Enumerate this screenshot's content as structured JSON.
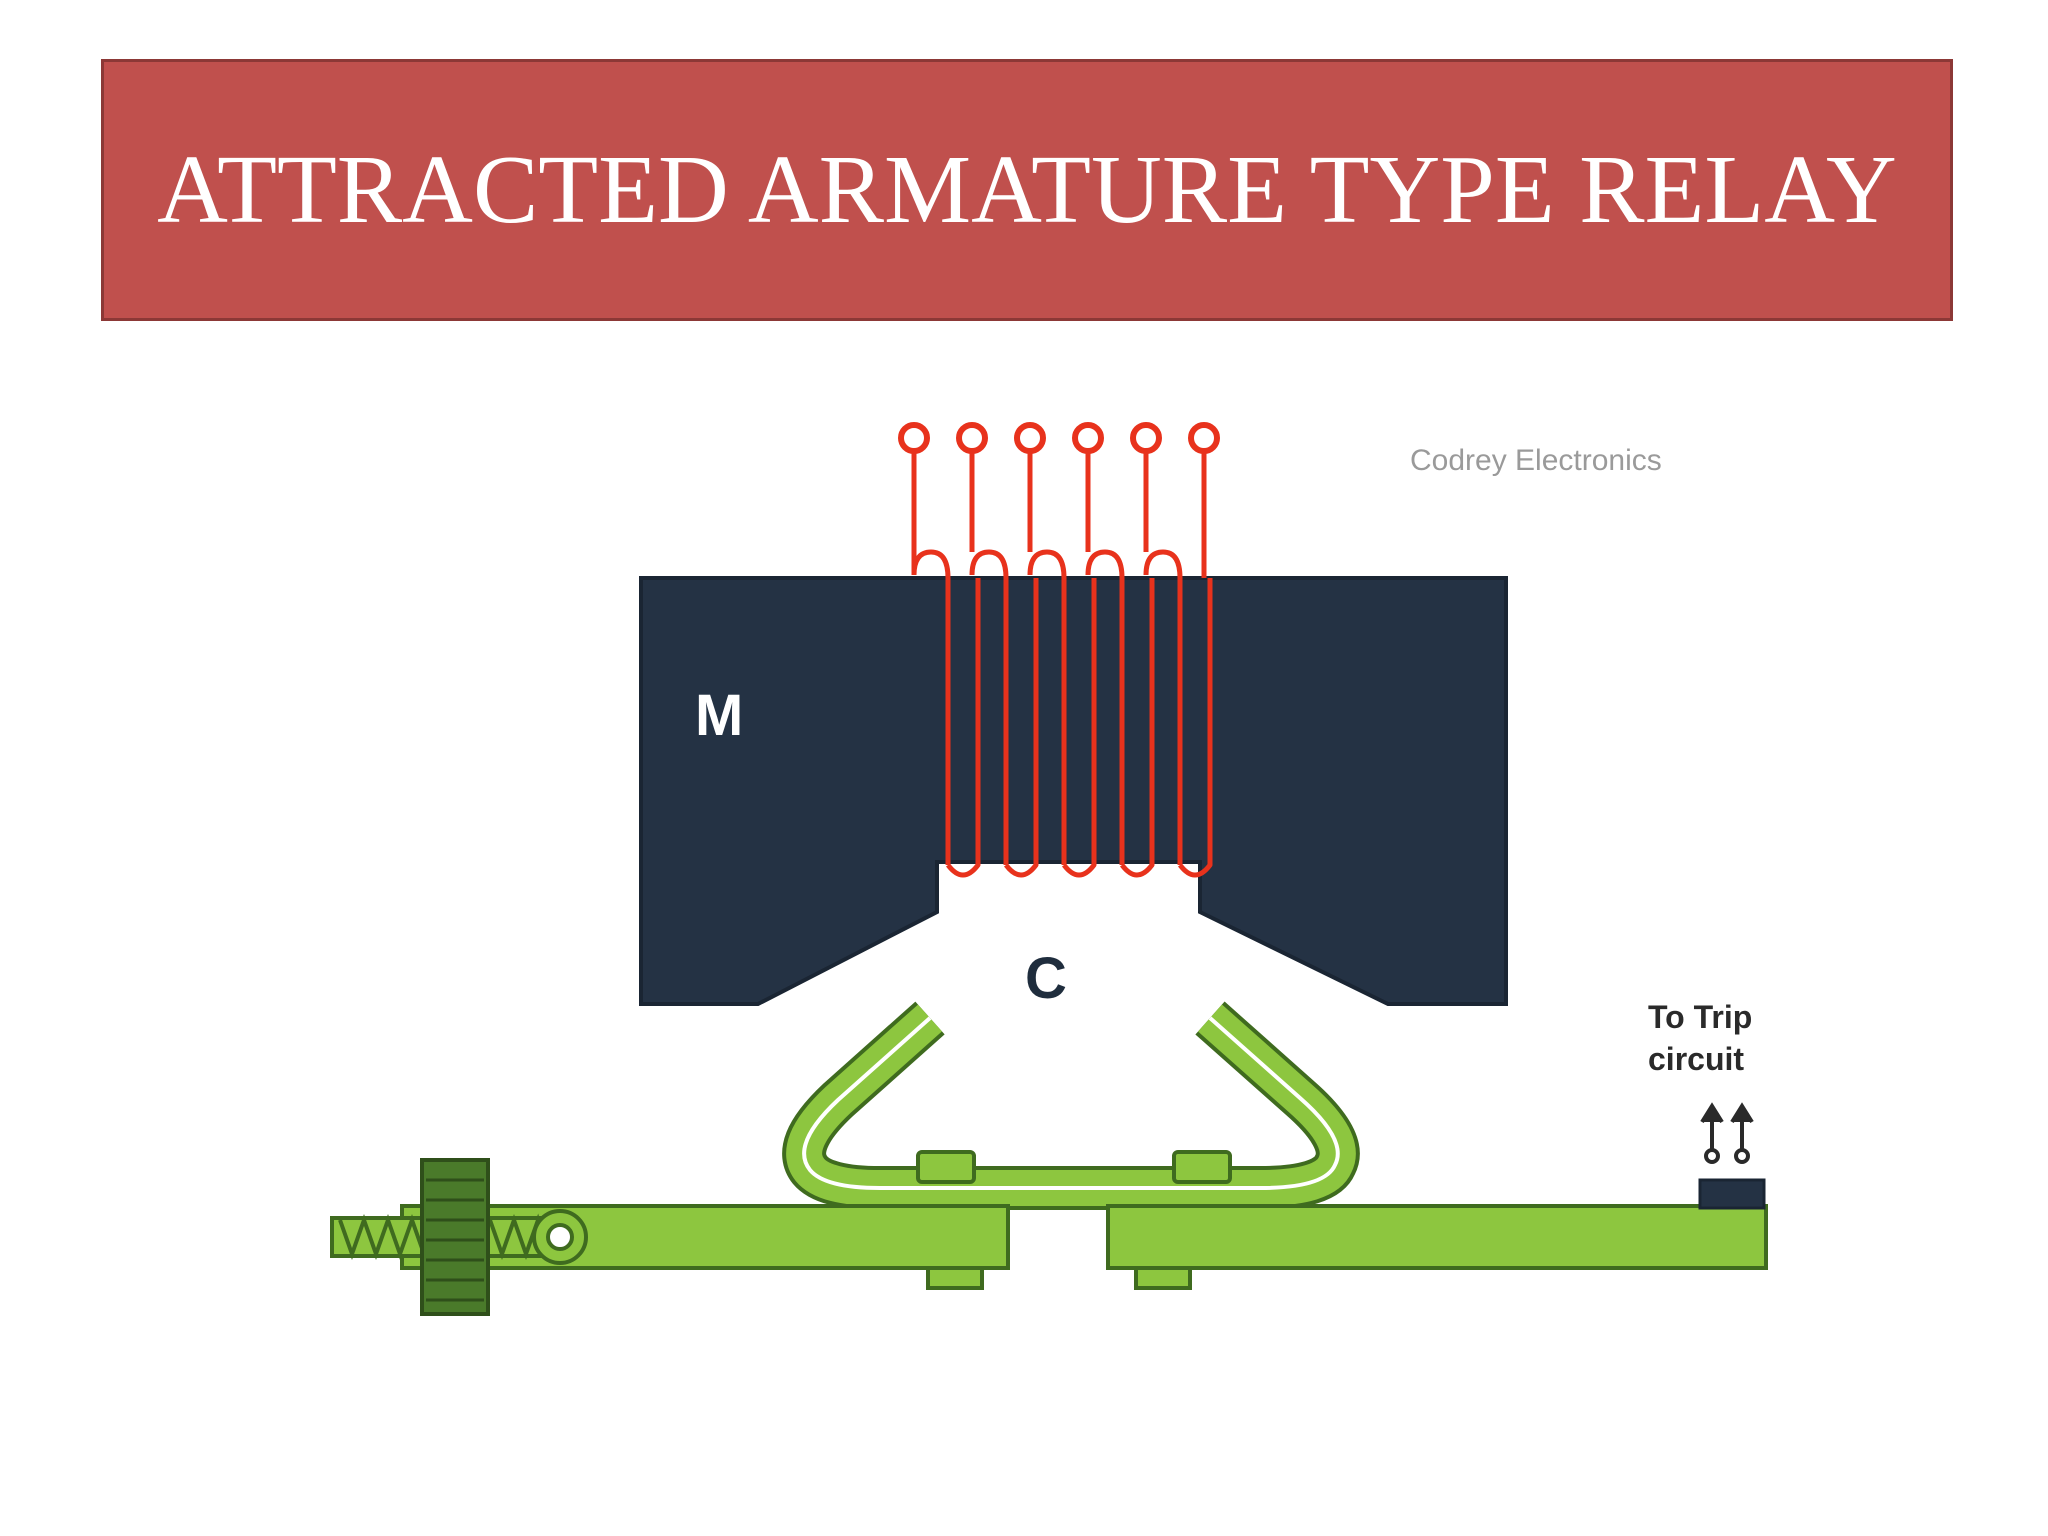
{
  "title": "ATTRACTED ARMATURE TYPE RELAY",
  "diagram": {
    "watermark": "Codrey Electronics",
    "core_label": "M",
    "gap_label": "C",
    "trip_label_line1": "To Trip",
    "trip_label_line2": "circuit",
    "coil_terminal_count": 6
  },
  "colors": {
    "banner": "#c0504d",
    "core": "#243244",
    "coil": "#e8321c",
    "armature": "#8dc63f",
    "armature_dark": "#3f6b1f",
    "contact": "#243244"
  }
}
